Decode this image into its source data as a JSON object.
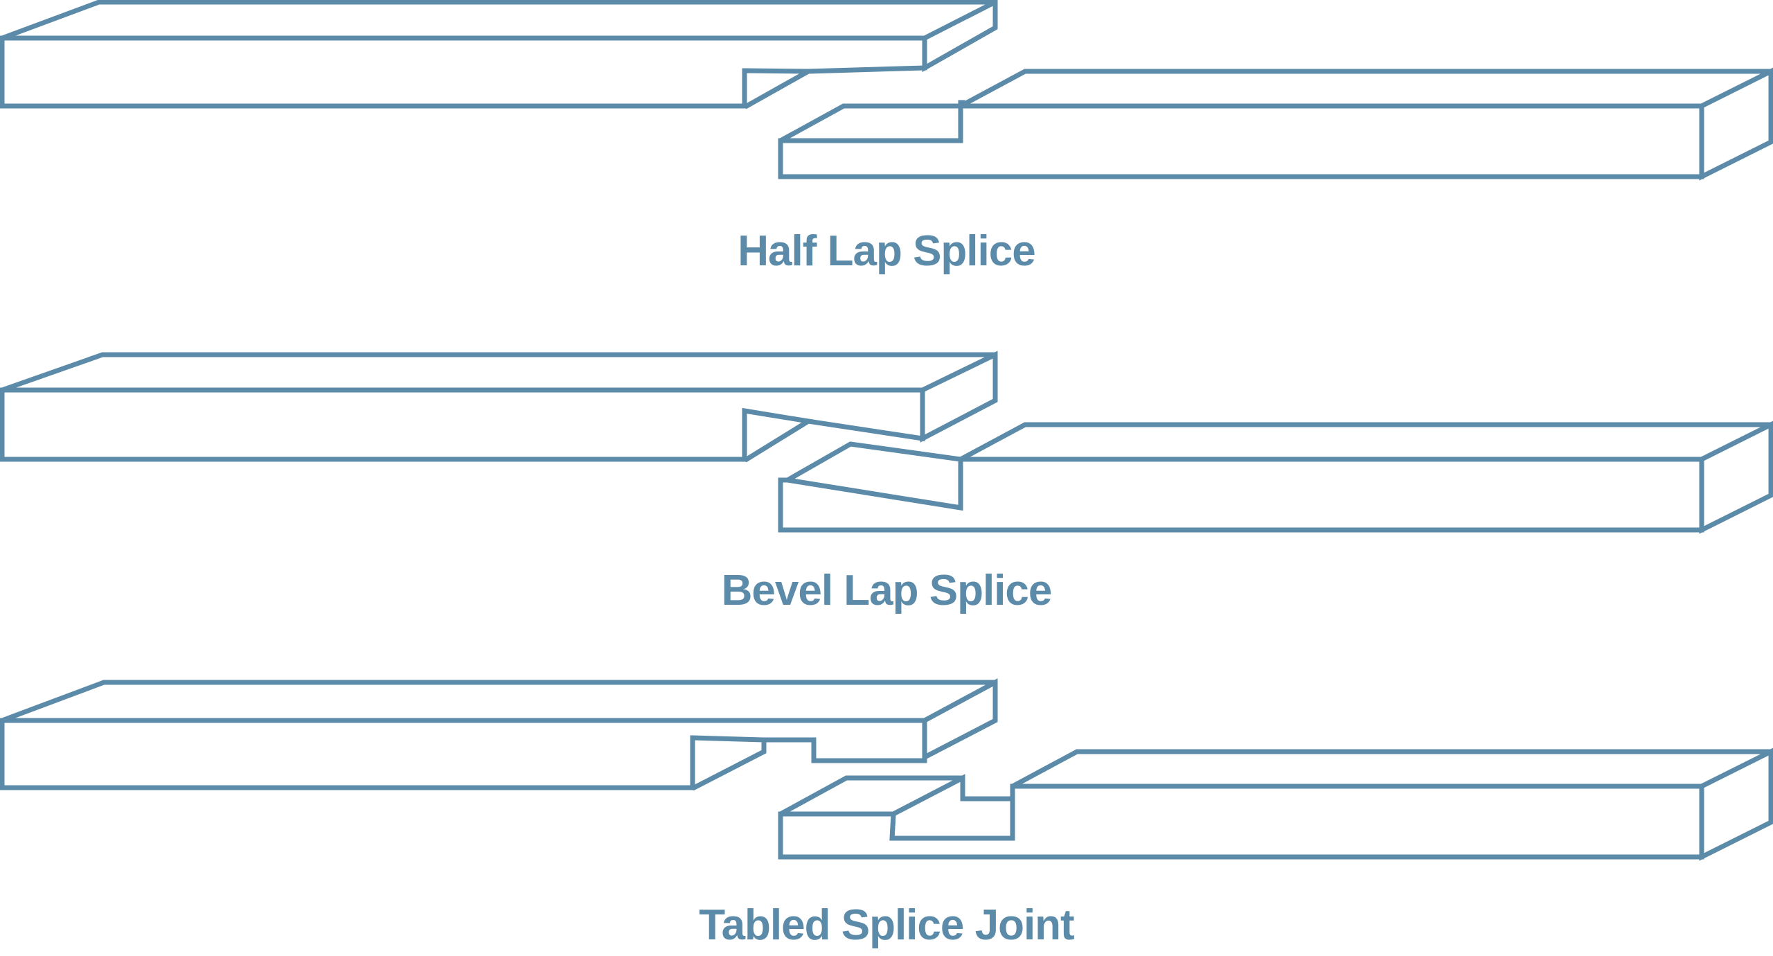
{
  "colors": {
    "stroke": "#5b8ba8",
    "board_fill": "#ffffff",
    "caption": "#5b8ba8"
  },
  "joints": [
    {
      "id": "half-lap-splice",
      "caption": "Half Lap Splice"
    },
    {
      "id": "bevel-lap-splice",
      "caption": "Bevel Lap Splice"
    },
    {
      "id": "tabled-splice-joint",
      "caption": "Tabled Splice Joint"
    }
  ]
}
